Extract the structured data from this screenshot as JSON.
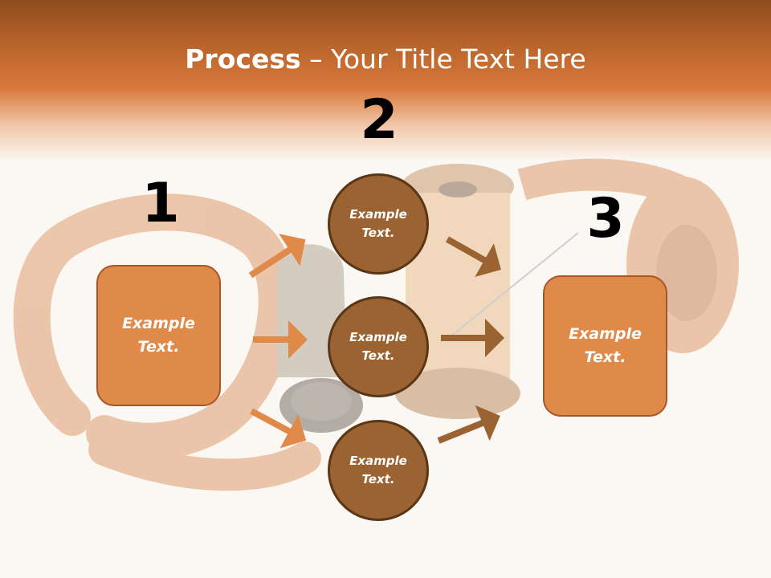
{
  "title": {
    "strong": "Process",
    "rest": " – Your Title Text Here"
  },
  "steps": [
    "1",
    "2",
    "3"
  ],
  "box_left": {
    "text": "Example Text."
  },
  "circles": [
    {
      "text": "Example Text."
    },
    {
      "text": "Example Text."
    },
    {
      "text": "Example Text."
    }
  ],
  "box_right": {
    "text": "Example Text."
  },
  "colors": {
    "header": "#d8783a",
    "box_fill": "#e08a4a",
    "circle_fill": "#9a6331",
    "arrow_left": "#e08a4a",
    "arrow_right": "#9a6331"
  }
}
